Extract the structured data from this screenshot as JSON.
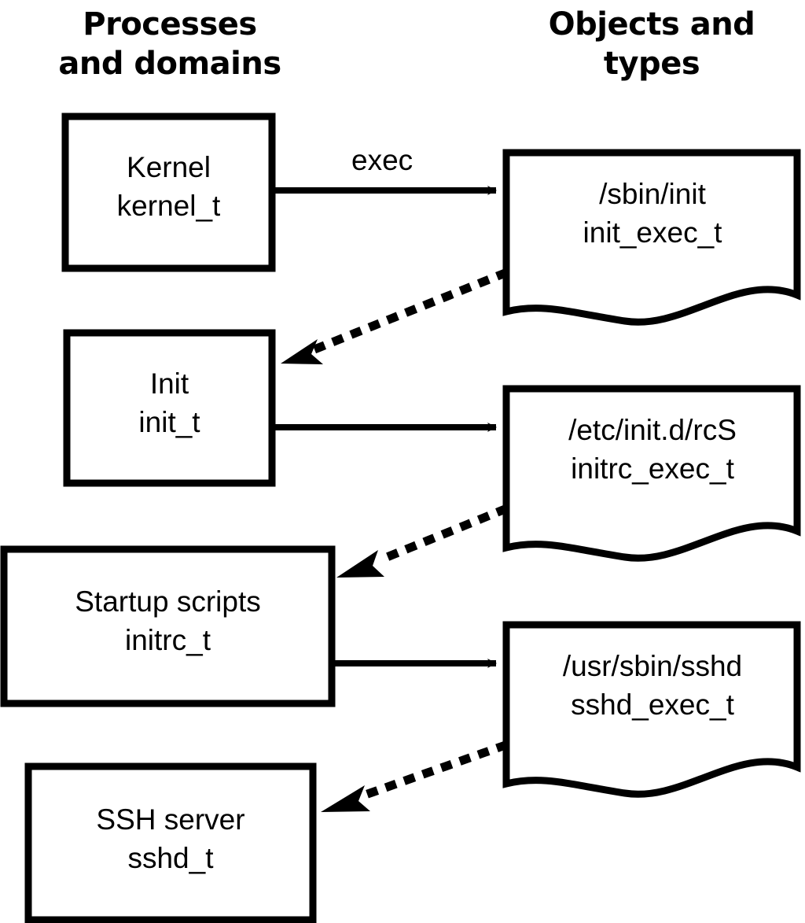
{
  "headers": {
    "left": "Processes\nand domains",
    "left_line1": "Processes",
    "left_line2": "and domains",
    "right": "Objects and\ntypes",
    "right_line1": "Objects and",
    "right_line2": "types"
  },
  "colors": {
    "stroke": "#000000",
    "fill": "#ffffff",
    "text": "#000000"
  },
  "processes": [
    {
      "id": "kernel",
      "title": "Kernel",
      "type": "kernel_t"
    },
    {
      "id": "init",
      "title": "Init",
      "type": "init_t"
    },
    {
      "id": "initrc",
      "title": "Startup scripts",
      "type": "initrc_t"
    },
    {
      "id": "sshd",
      "title": "SSH server",
      "type": "sshd_t"
    }
  ],
  "objects": [
    {
      "id": "init_exec",
      "path": "/sbin/init",
      "type": "init_exec_t"
    },
    {
      "id": "initrc_exec",
      "path": "/etc/init.d/rcS",
      "type": "initrc_exec_t"
    },
    {
      "id": "sshd_exec",
      "path": "/usr/sbin/sshd",
      "type": "sshd_exec_t"
    }
  ],
  "edges": [
    {
      "id": "e1",
      "from": "kernel",
      "to": "init_exec",
      "label": "exec",
      "style": "solid"
    },
    {
      "id": "e2",
      "from": "init_exec",
      "to": "init",
      "label": "",
      "style": "dotted"
    },
    {
      "id": "e3",
      "from": "init",
      "to": "initrc_exec",
      "label": "",
      "style": "solid"
    },
    {
      "id": "e4",
      "from": "initrc_exec",
      "to": "initrc",
      "label": "",
      "style": "dotted"
    },
    {
      "id": "e5",
      "from": "initrc",
      "to": "sshd_exec",
      "label": "",
      "style": "solid"
    },
    {
      "id": "e6",
      "from": "sshd_exec",
      "to": "sshd",
      "label": "",
      "style": "dotted"
    }
  ]
}
